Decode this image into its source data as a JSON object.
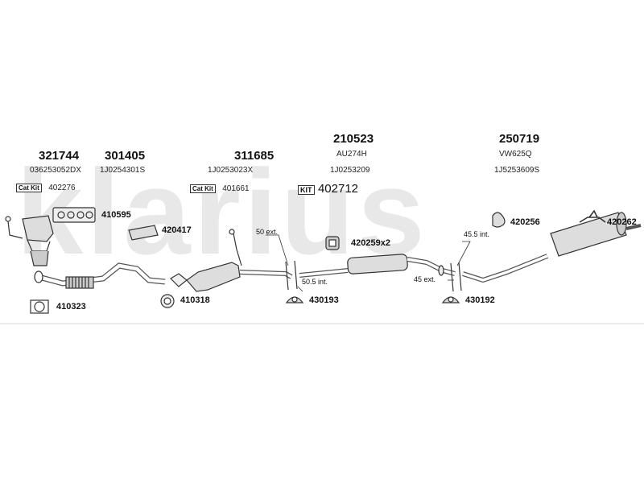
{
  "watermark": "klarius",
  "columns": [
    {
      "part": "321744",
      "ref": "036253052DX"
    },
    {
      "part": "301405",
      "ref": "1J0254301S"
    },
    {
      "part": "311685",
      "ref": "1J0253023X"
    },
    {
      "part": "210523",
      "ref_top": "AU274H",
      "ref": "1J0253209"
    },
    {
      "part": "250719",
      "ref_top": "VW625Q",
      "ref": "1J5253609S"
    }
  ],
  "catkits": [
    {
      "tag": "Cat Kit",
      "num": "402276"
    },
    {
      "tag": "Cat Kit",
      "num": "401661"
    }
  ],
  "kit": {
    "tag": "KIT",
    "num": "402712"
  },
  "components": [
    {
      "num": "410595"
    },
    {
      "num": "420417"
    },
    {
      "num": "420259x2"
    },
    {
      "num": "420256"
    },
    {
      "num": "420262"
    },
    {
      "num": "410323"
    },
    {
      "num": "410318"
    },
    {
      "num": "430193"
    },
    {
      "num": "430192"
    }
  ],
  "dimensions": [
    "50 ext.",
    "50.5 int.",
    "45.5 int.",
    "45 ext."
  ],
  "colors": {
    "line": "#333333",
    "watermark": "#e6e6e6"
  }
}
